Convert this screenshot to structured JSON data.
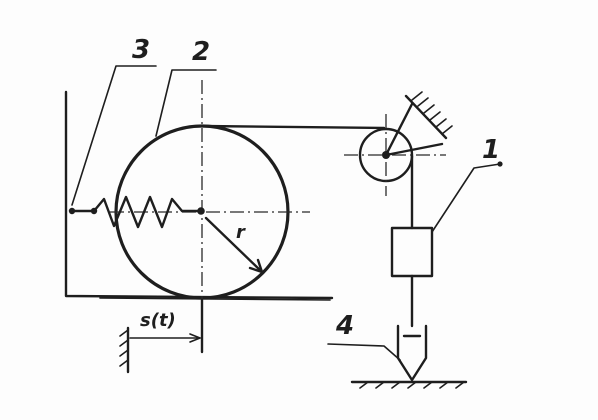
{
  "labels": {
    "damper_pointer": "1",
    "wheel_label": "2",
    "spring_label": "3",
    "sensor_label": "4",
    "displacement": "s(t)",
    "radius": "r"
  }
}
